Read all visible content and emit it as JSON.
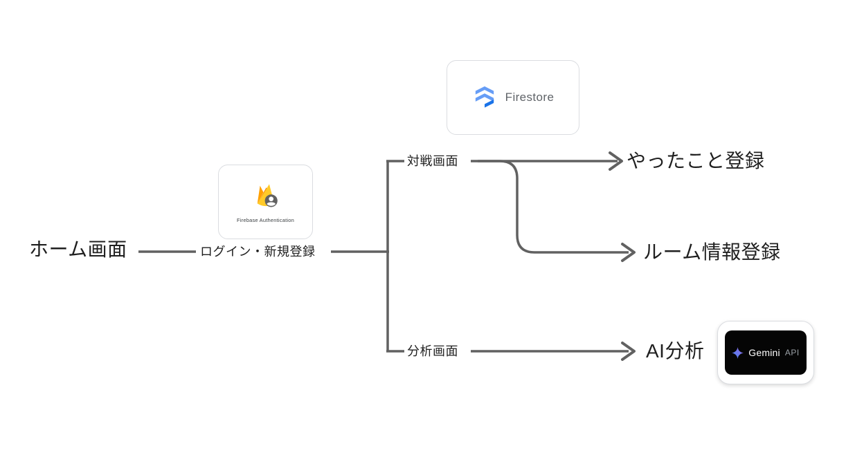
{
  "nodes": {
    "home": "ホーム画面",
    "login": "ログイン・新規登録",
    "battle": "対戦画面",
    "analysis": "分析画面",
    "action_log": "やったこと登録",
    "room_info": "ルーム情報登録",
    "ai_analysis": "AI分析"
  },
  "cards": {
    "firestore": {
      "label": "Firestore"
    },
    "firebase_auth": {
      "label": "Firebase Authentication"
    },
    "gemini": {
      "label": "Gemini",
      "badge": "API"
    }
  },
  "colors": {
    "line": "#616161",
    "text": "#1f1f1f",
    "firestore_blue_light": "#669DF6",
    "firestore_blue_dark": "#1A73E8",
    "firebase_yellow": "#FFCA28",
    "firebase_orange": "#F57C00",
    "firebase_amber": "#FFA000",
    "auth_badge_gray": "#616161",
    "gemini_chip_bg": "#050505",
    "gemini_api_gray": "#9aa0a6",
    "gemini_star_start": "#4683F3",
    "gemini_star_end": "#9168E0"
  }
}
